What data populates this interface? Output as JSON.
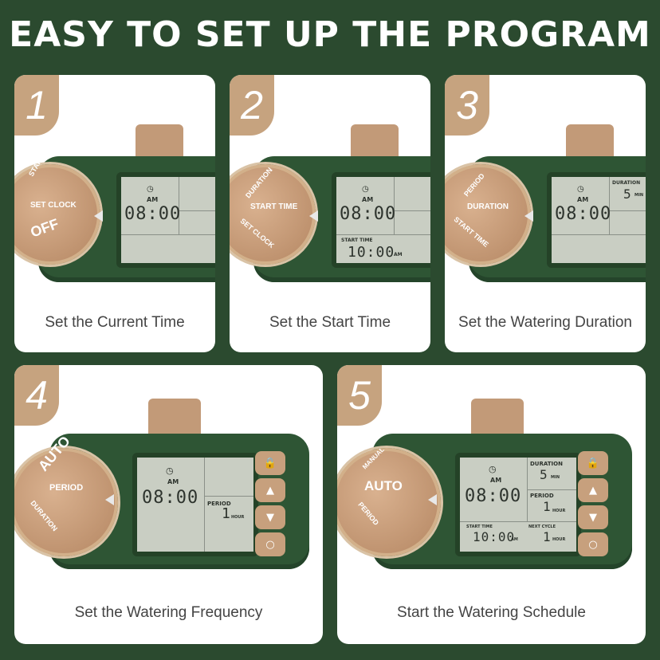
{
  "title": "EASY TO SET UP THE PROGRAM",
  "cards": [
    {
      "number": "1",
      "caption": "Set the Current Time",
      "dial": [
        "START TIME",
        "SET CLOCK",
        "OFF"
      ],
      "lcd": {
        "am": "AM",
        "time": "08:00"
      }
    },
    {
      "number": "2",
      "caption": "Set the Start Time",
      "dial": [
        "DURATION",
        "START TIME",
        "SET CLOCK"
      ],
      "lcd": {
        "am": "AM",
        "time": "08:00",
        "start_label": "START TIME",
        "start_time": "10:00",
        "start_am": "AM"
      }
    },
    {
      "number": "3",
      "caption": "Set the Watering Duration",
      "dial": [
        "PERIOD",
        "DURATION",
        "START TIME"
      ],
      "lcd": {
        "am": "AM",
        "time": "08:00",
        "duration_label": "DURATION",
        "duration_value": "5",
        "duration_unit": "MIN"
      }
    },
    {
      "number": "4",
      "caption": "Set the Watering Frequency",
      "dial": [
        "AUTO",
        "PERIOD",
        "DURATION"
      ],
      "lcd": {
        "am": "AM",
        "time": "08:00",
        "period_label": "PERIOD",
        "period_value": "1",
        "period_unit": "HOUR"
      }
    },
    {
      "number": "5",
      "caption": "Start the Watering Schedule",
      "dial": [
        "MANUAL",
        "AUTO",
        "PERIOD"
      ],
      "lcd": {
        "am": "AM",
        "time": "08:00",
        "duration_label": "DURATION",
        "duration_value": "5",
        "duration_unit": "MIN",
        "period_label": "PERIOD",
        "period_value": "1",
        "period_unit": "HOUR",
        "start_label": "START TIME",
        "start_time": "10:00",
        "start_am": "AM",
        "next_label": "NEXT CYCLE",
        "next_value": "1",
        "next_unit": "HOUR"
      }
    }
  ],
  "icons": {
    "lock": "lock-icon",
    "up": "arrow-up-icon",
    "down": "arrow-down-icon",
    "power": "power-icon",
    "clock": "clock-icon"
  },
  "colors": {
    "background": "#2b4a2f",
    "accent": "#c6a37f",
    "device": "#2e5534"
  }
}
